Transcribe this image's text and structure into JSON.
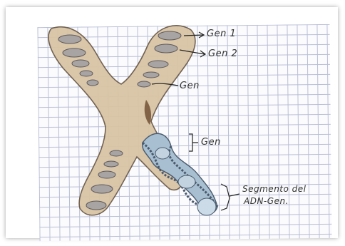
{
  "diagram": {
    "labels": {
      "gene_1": "Gen 1",
      "gene_2": "Gen 2",
      "gene_center": "Gen",
      "gene_dna": "Gen",
      "dna_segment_line1": "Segmento del",
      "dna_segment_line2": "ADN-Gen."
    },
    "colors": {
      "chromosome_fill": "#d9c4a4",
      "chromosome_outline": "#6b5a4a",
      "band_fill": "#a8a4a4",
      "dna_fill": "#a7bfd0",
      "dna_outline": "#4a5a6e",
      "grid_line": "#b8bfd6"
    }
  }
}
